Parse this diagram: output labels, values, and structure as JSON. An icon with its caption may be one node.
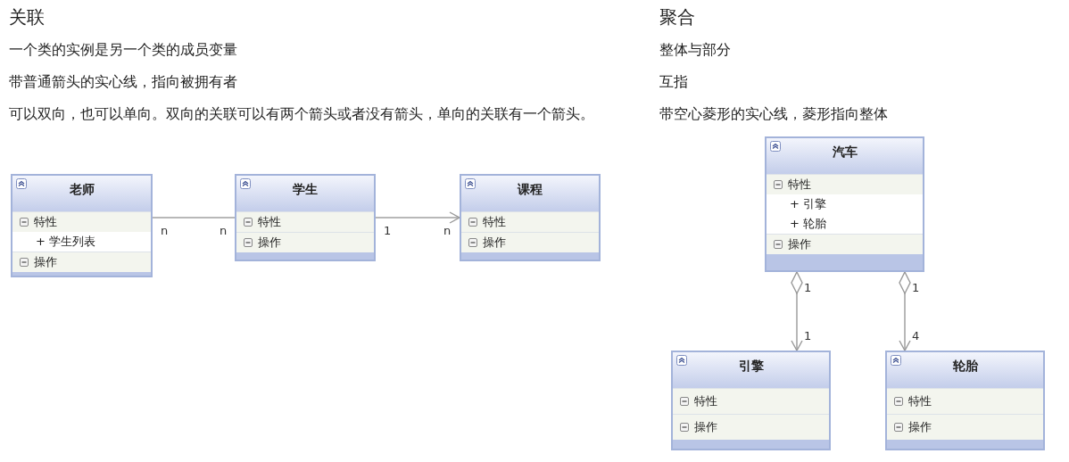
{
  "diagram": {
    "nodes": [
      {
        "text": [
          "老师"
        ]
      },
      {
        "text": [
          "特性",
          "+ 学生列表"
        ],
        "in": 0
      },
      {
        "text": [
          "操作"
        ],
        "in": 0
      },
      {
        "text": [
          "学生"
        ]
      },
      {
        "text": [
          "特性"
        ],
        "in": 3
      },
      {
        "text": [
          "操作"
        ],
        "in": 3
      },
      {
        "text": [
          "课程"
        ]
      },
      {
        "text": [
          "特性"
        ],
        "in": 6
      },
      {
        "text": [
          "操作"
        ],
        "in": 6
      },
      {
        "text": [
          "汽车"
        ]
      },
      {
        "text": [
          "特性",
          "+ 引擎",
          "+ 轮胎"
        ],
        "in": 9
      },
      {
        "text": [
          "操作"
        ],
        "in": 9
      },
      {
        "text": [
          "引擎"
        ]
      },
      {
        "text": [
          "特性"
        ],
        "in": 12
      },
      {
        "text": [
          "操作"
        ],
        "in": 12
      },
      {
        "text": [
          "轮胎"
        ]
      },
      {
        "text": [
          "特性"
        ],
        "in": 15
      },
      {
        "text": [
          "操作"
        ],
        "in": 15
      }
    ],
    "edges": [
      {
        "from": 0,
        "to": 3,
        "arrow": "none"
      },
      {
        "from": 3,
        "to": 6,
        "arrow": "to"
      },
      {
        "from": 9,
        "to": 12,
        "arrow": "to"
      },
      {
        "from": 9,
        "to": 15,
        "arrow": "to"
      }
    ],
    "labels": [
      "关联",
      "一个类的实例是另一个类的成员变量",
      "带普通箭头的实心线，指向被拥有者",
      "可以双向，也可以单向。双向的关联可以有两个箭头或者没有箭头，单向的关联有一个箭头。",
      "聚合",
      "整体与部分",
      "互指",
      "带空心菱形的实心线，菱形指向整体",
      "n",
      "n",
      "1",
      "n",
      "1",
      "1",
      "1",
      "4"
    ]
  }
}
